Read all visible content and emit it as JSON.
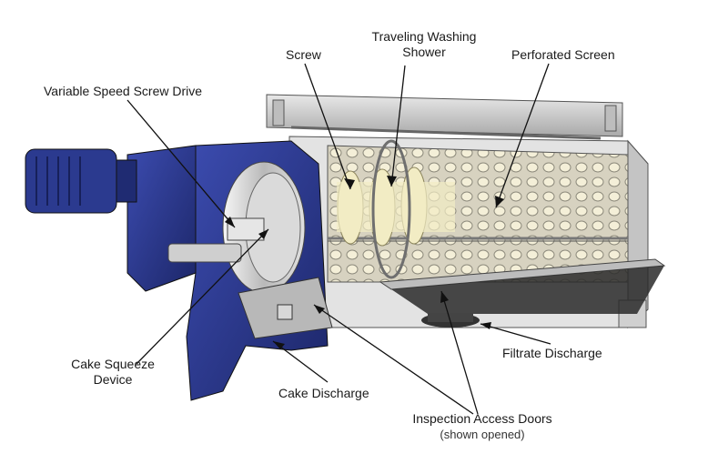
{
  "labels": {
    "screw": "Screw",
    "washing_line1": "Traveling Washing",
    "washing_line2": "Shower",
    "perforated": "Perforated  Screen",
    "drive": "Variable Speed Screw Drive",
    "squeeze_line1": "Cake Squeeze",
    "squeeze_line2": "Device",
    "cake_discharge": "Cake Discharge",
    "filtrate": "Filtrate Discharge",
    "doors_line1": "Inspection Access Doors",
    "doors_line2": "(shown opened)"
  },
  "colors": {
    "motor_blue": "#2b3a8f",
    "motor_dark": "#1b2566",
    "steel": "#cfcfcf",
    "steel_dark": "#8e8e8e",
    "screw_cream": "#f2ecc4",
    "interior": "#e6e1d2"
  }
}
